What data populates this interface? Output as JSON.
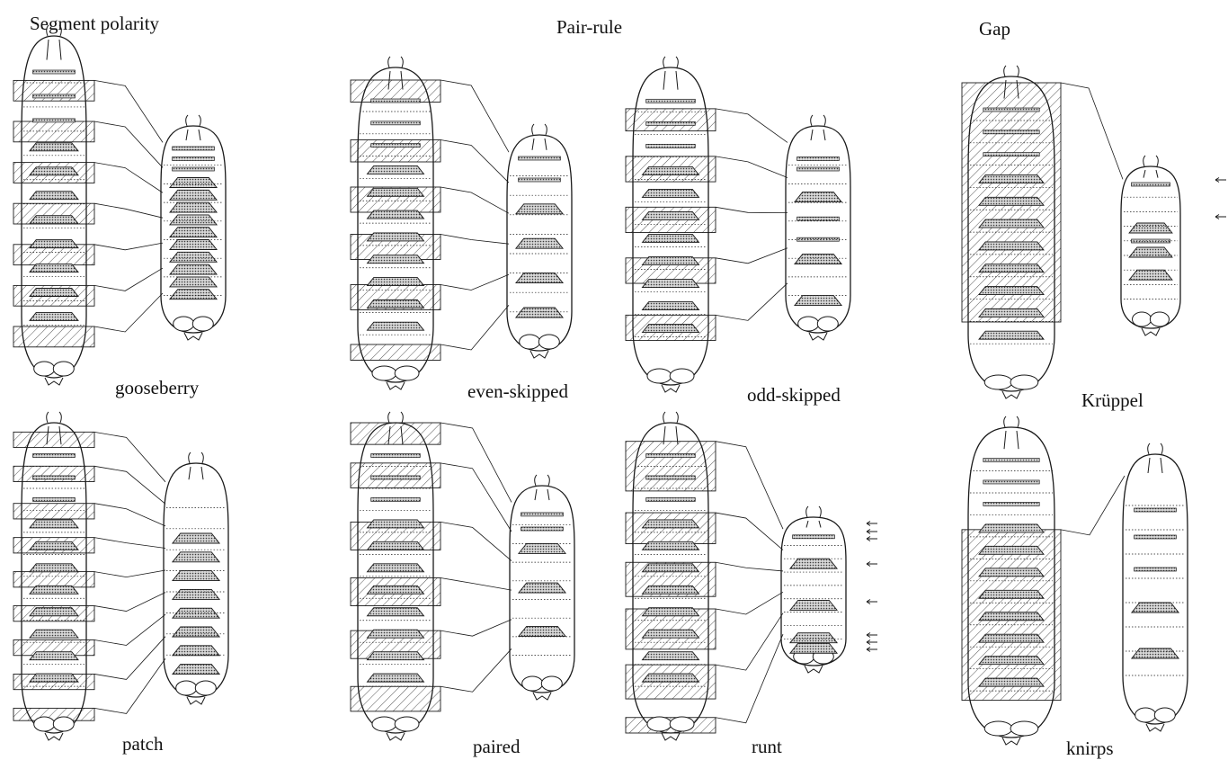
{
  "headings": {
    "segment_polarity": "Segment polarity",
    "pair_rule": "Pair-rule",
    "gap": "Gap"
  },
  "panels": [
    {
      "id": "gooseberry",
      "label": "gooseberry"
    },
    {
      "id": "even-skipped",
      "label": "even-skipped"
    },
    {
      "id": "odd-skipped",
      "label": "odd-skipped"
    },
    {
      "id": "kruppel",
      "label": "Krüppel"
    },
    {
      "id": "patch",
      "label": "patch"
    },
    {
      "id": "paired",
      "label": "paired"
    },
    {
      "id": "runt",
      "label": "runt"
    },
    {
      "id": "knirps",
      "label": "knirps"
    }
  ],
  "colors": {
    "ink": "#1a1a1a",
    "denticle_fill": "#b9b9b9",
    "hatch": "#555555"
  }
}
